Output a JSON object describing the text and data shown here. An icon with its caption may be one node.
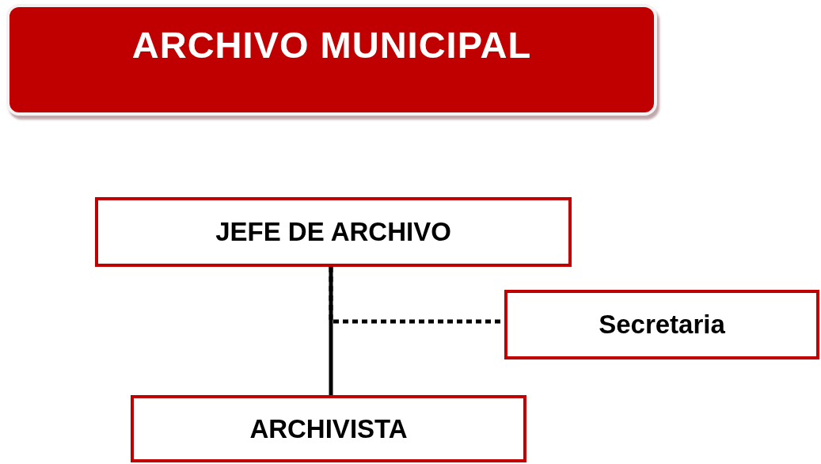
{
  "diagram": {
    "title": "ARCHIVO MUNICIPAL",
    "nodes": [
      {
        "text": [
          "JEFE DE ARCHIVO"
        ]
      },
      {
        "text": [
          "Secretaria"
        ]
      },
      {
        "text": [
          "ARCHIVISTA"
        ]
      }
    ],
    "edges": [
      {
        "from": 0,
        "to": 2,
        "arrow": "none"
      },
      {
        "from": 0,
        "to": 1,
        "arrow": "none",
        "style": "dashed"
      }
    ]
  }
}
